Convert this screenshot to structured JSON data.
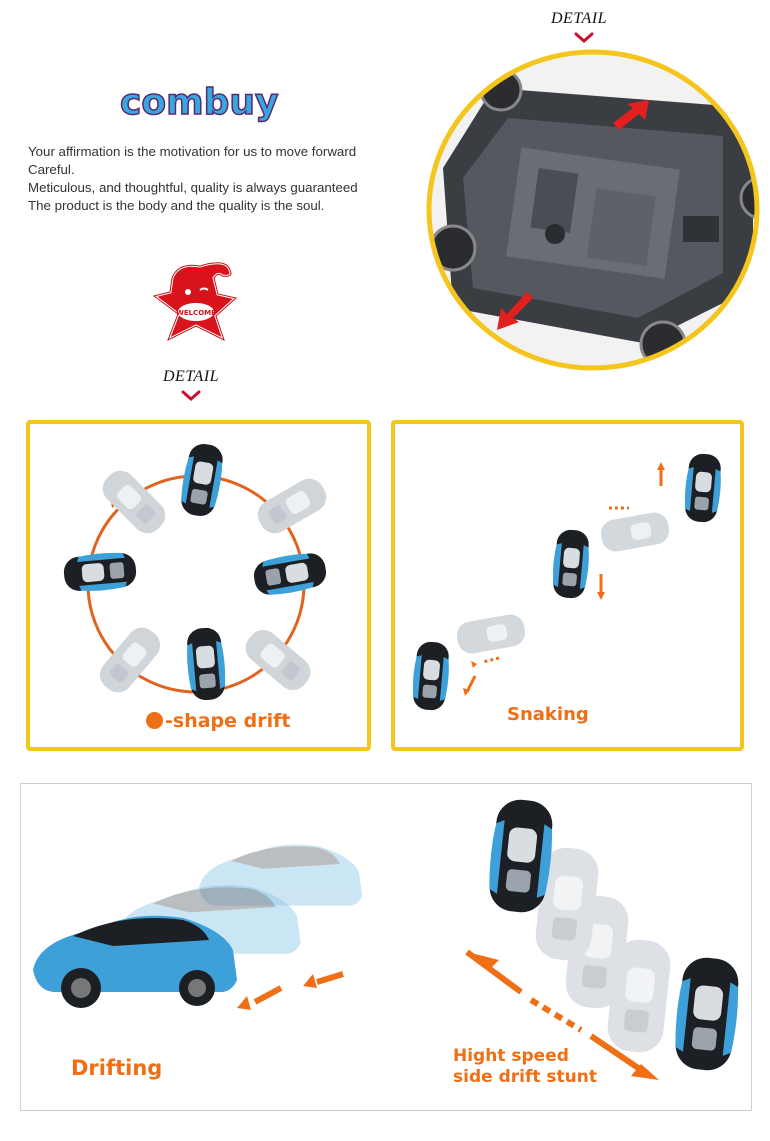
{
  "brand": {
    "logo_text": "combuy",
    "logo_colors": [
      "#3aa6e0",
      "#e8392f",
      "#7cc043",
      "#f2a51c",
      "#9b4fb5",
      "#e84690"
    ]
  },
  "intro": {
    "lines": [
      "Your affirmation is the motivation for us to move forward",
      "Careful.",
      "Meticulous, and thoughtful, quality is always guaranteed",
      "The product is the body and the quality is the soul."
    ]
  },
  "mascot": {
    "badge_text": "WELCOME"
  },
  "detail_top": {
    "label": "DETAIL"
  },
  "detail_mid": {
    "label": "DETAIL"
  },
  "panels": {
    "o_drift": {
      "caption_suffix": "-shape drift"
    },
    "snaking": {
      "caption": "Snaking"
    },
    "drifting": {
      "caption": "Drifting"
    },
    "stunt": {
      "caption_line1": "Hight speed",
      "caption_line2": "side drift stunt"
    }
  },
  "colors": {
    "accent_yellow": "#f4c51c",
    "accent_orange": "#ef6f16",
    "arrow_red": "#e2201f",
    "car_blue": "#3ea0d8",
    "car_black": "#1c1f24"
  }
}
